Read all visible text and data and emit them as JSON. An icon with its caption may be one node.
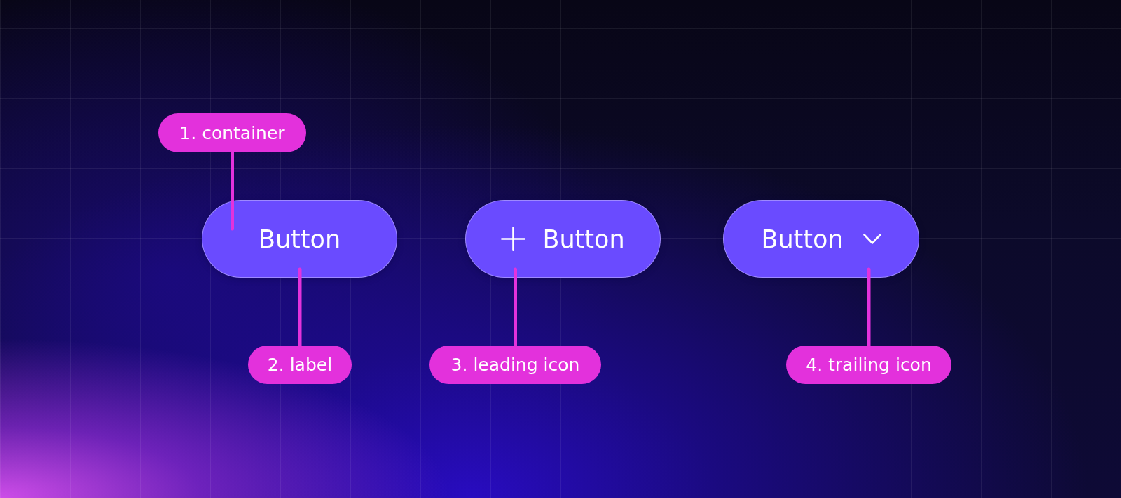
{
  "diagram": {
    "nodes": [
      {
        "text": [
          "1. container"
        ]
      },
      {
        "text": [
          "Button"
        ]
      },
      {
        "text": [
          "Button"
        ]
      },
      {
        "text": [],
        "shape": "plus",
        "in": 2
      },
      {
        "text": [
          "Button"
        ]
      },
      {
        "text": [],
        "shape": "chevron",
        "in": 4
      },
      {
        "text": [
          "2. label"
        ]
      },
      {
        "text": [
          "3. leading icon"
        ]
      },
      {
        "text": [
          "4. trailing icon"
        ]
      }
    ],
    "edges": [
      {
        "from": 0,
        "to": 1,
        "arrow": "none"
      },
      {
        "from": 6,
        "to": 1,
        "arrow": "none"
      },
      {
        "from": 7,
        "to": 3,
        "arrow": "none"
      },
      {
        "from": 8,
        "to": 5,
        "arrow": "none"
      }
    ]
  }
}
